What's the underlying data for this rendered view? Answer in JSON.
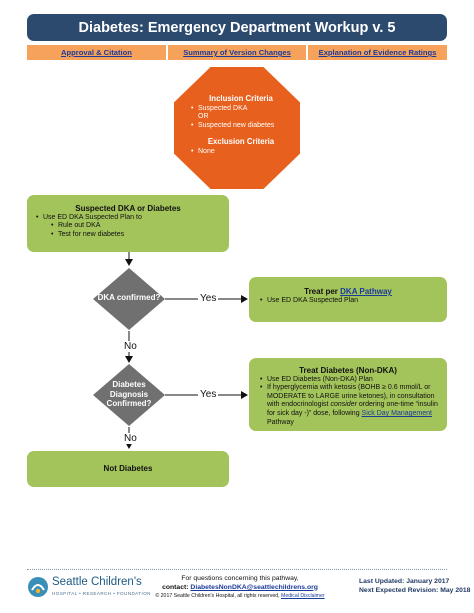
{
  "header": {
    "title": "Diabetes: Emergency Department Workup v. 5",
    "tabs": [
      {
        "label": "Approval & Citation"
      },
      {
        "label": "Summary of Version Changes"
      },
      {
        "label": "Explanation of Evidence Ratings"
      }
    ]
  },
  "inclusion": {
    "title": "Inclusion Criteria",
    "line1": "Suspected DKA",
    "or": "OR",
    "line2": "Suspected new diabetes",
    "exclusion_title": "Exclusion Criteria",
    "exclusion_item": "None"
  },
  "suspected_box": {
    "title": "Suspected DKA or Diabetes",
    "item1": "Use ED DKA Suspected Plan to",
    "sub1": "Rule out DKA",
    "sub2": "Test for new diabetes"
  },
  "decision1": {
    "label": "DKA confirmed?"
  },
  "decision2": {
    "line1": "Diabetes",
    "line2": "Diagnosis",
    "line3": "Confirmed?"
  },
  "edges": {
    "yes": "Yes",
    "no": "No"
  },
  "dka_box": {
    "title_prefix": "Treat per ",
    "title_link": "DKA Pathway",
    "item1": "Use ED DKA Suspected Plan"
  },
  "nondka_box": {
    "title": "Treat Diabetes (Non-DKA)",
    "item1": "Use ED Diabetes (Non-DKA) Plan",
    "item2_a": "If hyperglycemia with ketosis (BOHB ≥ 0.6 mmol/L or MODERATE to LARGE urine ketones), in consultation with endocrinologist ",
    "item2_consider": "consider",
    "item2_b": " ordering one-time “insulin for sick day -)” dose, following ",
    "item2_link": "Sick Day Management",
    "item2_c": " Pathway"
  },
  "not_diabetes": {
    "label": "Not Diabetes"
  },
  "footer": {
    "logo_name": "Seattle Children's",
    "logo_tagline": "HOSPITAL • RESEARCH • FOUNDATION",
    "questions": "For questions concerning this pathway,",
    "contact_prefix": "contact: ",
    "contact_email": "DiabetesNonDKA@seattlechildrens.org",
    "copyright": "© 2017 Seattle Children's Hospital, all rights reserved, ",
    "disclaimer": "Medical Disclaimer",
    "last_updated": "Last Updated: January 2017",
    "next_revision": "Next Expected Revision: May 2018"
  },
  "colors": {
    "header": "#2c4a6e",
    "tab": "#f7a25a",
    "octagon": "#e8601e",
    "box": "#a3c35b",
    "diamond": "#707070",
    "link": "#1a3a9a"
  }
}
